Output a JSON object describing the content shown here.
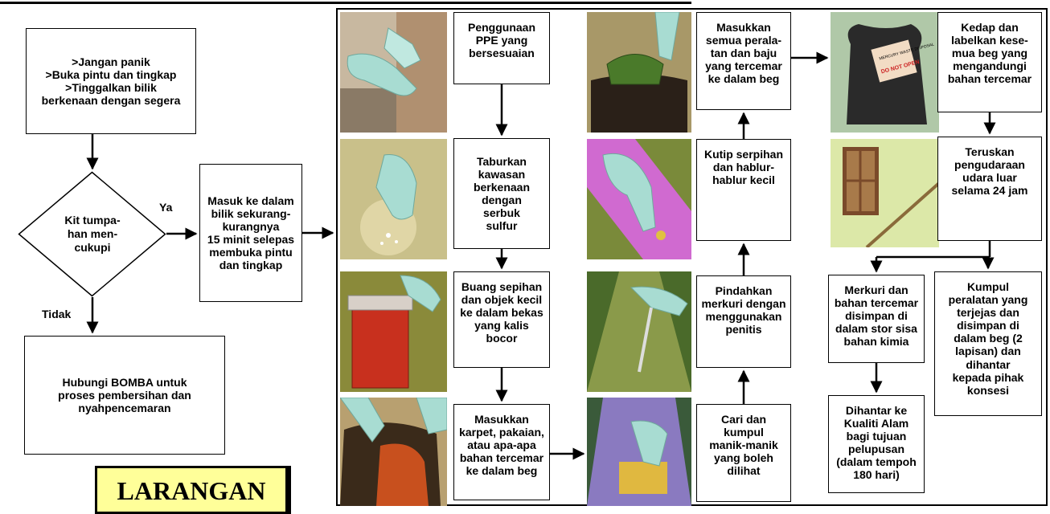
{
  "left": {
    "instructions": ">Jangan panik\n>Buka pintu dan tingkap\n>Tinggalkan bilik\nberkenaan dengan segera",
    "decision": "Kit tumpa-\nhan men-\ncukupi",
    "yes_label": "Ya",
    "no_label": "Tidak",
    "call_fire": "Hubungi BOMBA untuk\nproses pembersihan dan\nnyahpencemaran",
    "enter_room": "Masuk ke dalam\nbilik sekurang-\nkurangnya\n15 minit selepas\nmembuka pintu\ndan tingkap",
    "banner": "LARANGAN"
  },
  "steps": {
    "ppe": "Penggunaan\nPPE yang\nbersesuaian",
    "sulfur": "Taburkan\nkawasan\nberkenaan\ndengan\nserbuk\nsulfur",
    "glass": "Buang sepihan\ndan objek kecil\nke dalam bekas\nyang kalis\nbocor",
    "carpet": "Masukkan\nkarpet, pakaian,\natau apa-apa\nbahan tercemar\nke dalam beg",
    "collect": "Cari dan\nkumpul\nmanik-manik\nyang boleh\ndilihat",
    "dropper": "Pindahkan\nmerkuri dengan\nmenggunakan\npenitis",
    "shards": "Kutip serpihan\ndan hablur-\nhablur kecil",
    "bag_tools": "Masukkan\nsemua perala-\ntan dan baju\nyang tercemar\nke dalam beg",
    "seal": "Kedap dan\nlabelkan kese-\nmua beg yang\nmengandungi\nbahan tercemar",
    "ventilate": "Teruskan\npengudaraan\nudara luar\nselama 24 jam",
    "store": "Merkuri dan\nbahan tercemar\ndisimpan di\ndalam stor sisa\nbahan kimia",
    "kualiti": "Dihantar ke\nKualiti Alam\nbagi tujuan\npelupusan\n(dalam tempoh\n180 hari)",
    "concession": "Kumpul\nperalatan yang\nterjejas dan\ndisimpan di\ndalam beg (2\nlapisan) dan\ndihantar\nkepada pihak\nkonsesi"
  },
  "photo_texts": {
    "bag_label_top": "MERCURY WASTE DISPOSAL",
    "bag_label_main": "DO NOT OPEN"
  },
  "colors": {
    "banner_bg": "#ffff99",
    "glove": "#a8dcd2",
    "bag_label": "#f2dcc4",
    "do_not_open": "#cc2222"
  }
}
